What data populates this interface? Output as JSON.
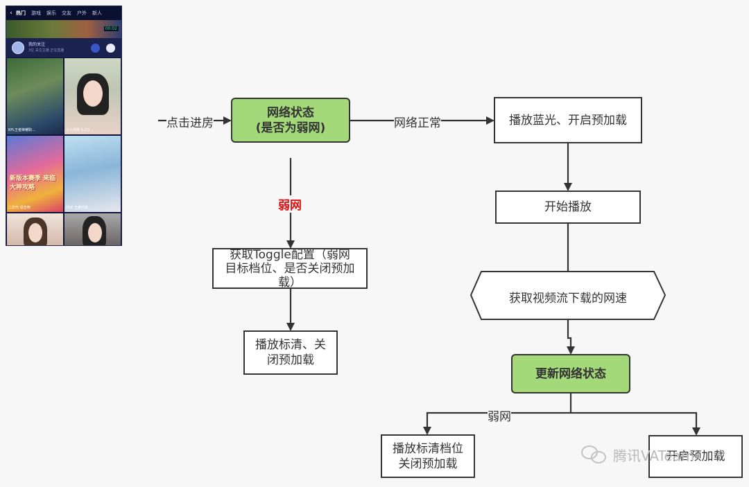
{
  "phone": {
    "tabs": [
      "热门",
      "游戏",
      "娱乐",
      "交友",
      "户外",
      "新人"
    ],
    "timer": "00:02",
    "follow_title": "我的关注",
    "follow_sub": "3位 关注主播 正在直播",
    "tiles": [
      {
        "caption": "KPL王者荣耀职..."
      },
      {
        "caption": "小小泡芙 6.2万"
      },
      {
        "caption": "二次元 进击吧"
      },
      {
        "caption": "DNF 王者归来"
      },
      {
        "caption": ""
      },
      {
        "caption": ""
      }
    ],
    "banner_text": "新版本赛季 来临 大神攻略"
  },
  "flow": {
    "entry_label": "点击进房",
    "decision_box": [
      "网络状态",
      "(是否为弱网)"
    ],
    "normal_label": "网络正常",
    "weak_label_red": "弱网",
    "toggle_box": [
      "获取Toggle配置（弱网",
      "目标档位、是否关闭预加",
      "载）"
    ],
    "weak_play_box": [
      "播放标清、关",
      "闭预加载"
    ],
    "blue_box": "播放蓝光、开启预加载",
    "start_box": "开始播放",
    "speed_box": "获取视频流下载的网速",
    "update_box": "更新网络状态",
    "weak_label_bottom": "弱网",
    "bottom_left_box": [
      "播放标清档位",
      "关闭预加载"
    ],
    "bottom_right_box": "开启预加载"
  },
  "watermark": "腾讯VATeam",
  "colors": {
    "green_fill": "#a4d97a",
    "stroke": "#333333",
    "red_label": "#e01010"
  }
}
